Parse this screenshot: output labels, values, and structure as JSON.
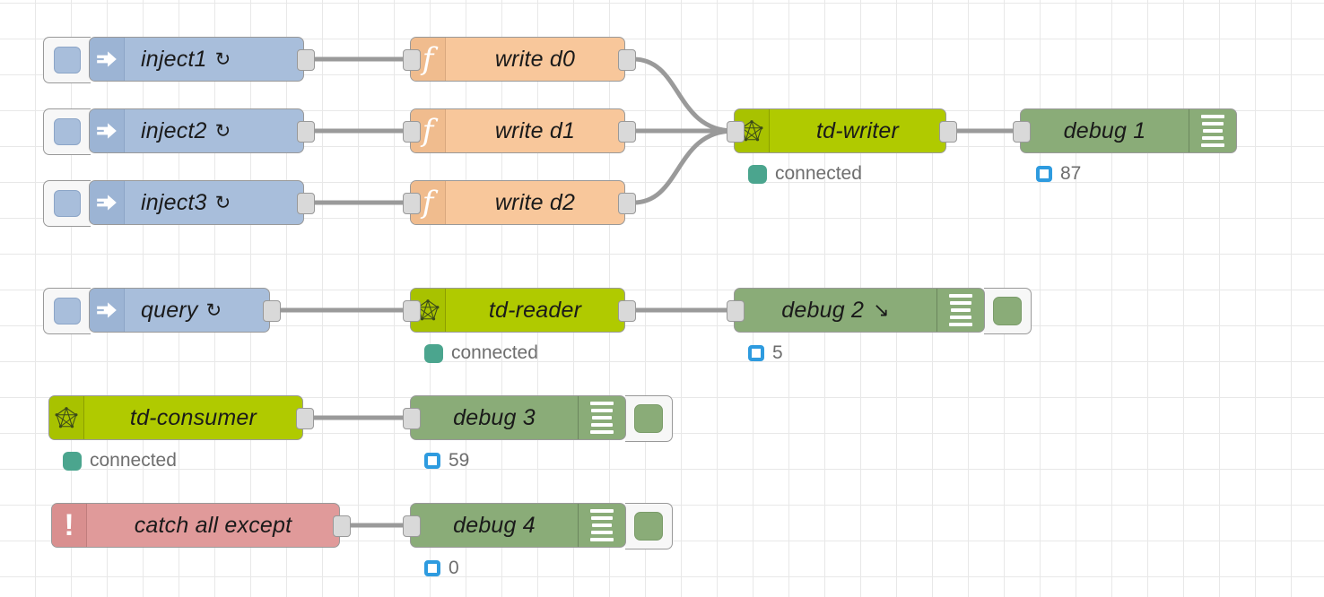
{
  "editor": {
    "name": "node-red-flow-canvas",
    "grid_size": 40,
    "grid_color": "#e8e8e8",
    "background": "#ffffff"
  },
  "palette": {
    "inject": "#a8bedb",
    "function": "#f8c79b",
    "thingsdb": "#b0ca00",
    "debug": "#8aac78",
    "catch": "#e09a9a",
    "port": "#d9d9d9",
    "wire": "#9a9a9a",
    "status_connected": "#4ba58e",
    "status_count_border": "#2e9bdf"
  },
  "icons": {
    "inject": "inject-arrow-icon",
    "function": "f",
    "thingsdb": "thingsdb-star-icon",
    "debug_list": "debug-list-icon",
    "catch": "!",
    "repeat": "↻",
    "to_sidebar": "↘"
  },
  "nodes": [
    {
      "id": "inject1",
      "label": "inject1",
      "suffix": "↻",
      "type": "inject",
      "status": null
    },
    {
      "id": "inject2",
      "label": "inject2",
      "suffix": "↻",
      "type": "inject",
      "status": null
    },
    {
      "id": "inject3",
      "label": "inject3",
      "suffix": "↻",
      "type": "inject",
      "status": null
    },
    {
      "id": "query",
      "label": "query",
      "suffix": "↻",
      "type": "inject",
      "status": null
    },
    {
      "id": "writed0",
      "label": "write d0",
      "type": "function"
    },
    {
      "id": "writed1",
      "label": "write d1",
      "type": "function"
    },
    {
      "id": "writed2",
      "label": "write d2",
      "type": "function"
    },
    {
      "id": "tdwriter",
      "label": "td-writer",
      "type": "thingsdb",
      "status": "connected"
    },
    {
      "id": "tdreader",
      "label": "td-reader",
      "type": "thingsdb",
      "status": "connected"
    },
    {
      "id": "tdconsumer",
      "label": "td-consumer",
      "type": "thingsdb",
      "status": "connected"
    },
    {
      "id": "catchall",
      "label": "catch all except",
      "type": "catch"
    },
    {
      "id": "debug1",
      "label": "debug 1",
      "type": "debug",
      "count": "87",
      "toggle": false,
      "sidebar_arrow": false
    },
    {
      "id": "debug2",
      "label": "debug 2",
      "type": "debug",
      "count": "5",
      "toggle": true,
      "sidebar_arrow": true
    },
    {
      "id": "debug3",
      "label": "debug 3",
      "type": "debug",
      "count": "59",
      "toggle": true,
      "sidebar_arrow": false
    },
    {
      "id": "debug4",
      "label": "debug 4",
      "type": "debug",
      "count": "0",
      "toggle": true,
      "sidebar_arrow": false
    }
  ],
  "status_labels": {
    "connected": "connected"
  },
  "counts": {
    "debug1": "87",
    "debug2": "5",
    "debug3": "59",
    "debug4": "0"
  }
}
